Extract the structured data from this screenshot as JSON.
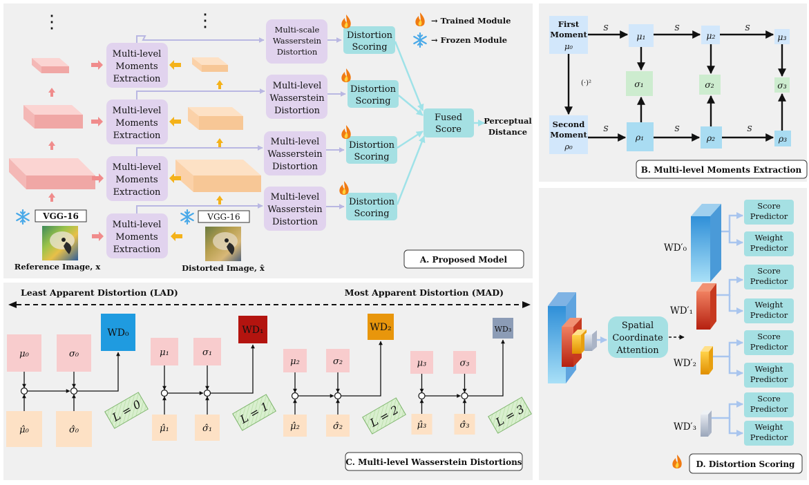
{
  "legend": {
    "trained": "→ Trained Module",
    "frozen": "→ Frozen Module"
  },
  "panel_a": {
    "caption": "A. Proposed Model",
    "dots": "⋮",
    "vgg_ref": "VGG-16",
    "vgg_dist": "VGG-16",
    "ref_label": "Reference Image, x",
    "dist_label": "Distorted Image, x̂",
    "mme": [
      "Multi-level",
      "Moments",
      "Extraction"
    ],
    "msw": [
      "Multi-scale",
      "Wasserstein",
      "Distortion"
    ],
    "mlw": [
      "Multi-level",
      "Wasserstein",
      "Distortion"
    ],
    "ds": [
      "Distortion",
      "Scoring"
    ],
    "fused": [
      "Fused",
      "Score"
    ],
    "perceptual": [
      "Perceptual",
      "Distance"
    ]
  },
  "panel_b": {
    "caption": "B. Multi-level Moments Extraction",
    "first": [
      "First",
      "Moment",
      "μ₀"
    ],
    "second": [
      "Second",
      "Moment",
      "ρ₀"
    ],
    "s": "S",
    "square": "(·)²",
    "mu": [
      "μ₁",
      "μ₂",
      "μ₃"
    ],
    "sigma": [
      "σ₁",
      "σ₂",
      "σ₃"
    ],
    "rho": [
      "ρ₁",
      "ρ₂",
      "ρ₃"
    ]
  },
  "panel_c": {
    "caption": "C. Multi-level Wasserstein Distortions",
    "lad": "Least Apparent Distortion (LAD)",
    "mad": "Most Apparent Distortion (MAD)",
    "levels": [
      {
        "mu": "μ₀",
        "sigma": "σ₀",
        "mu_hat": "μ̂₀",
        "sigma_hat": "σ̂₀",
        "wd": "WD₀",
        "L": "L = 0",
        "color": "#1f9be0"
      },
      {
        "mu": "μ₁",
        "sigma": "σ₁",
        "mu_hat": "μ̂₁",
        "sigma_hat": "σ̂₁",
        "wd": "WD₁",
        "L": "L = 1",
        "color": "#b3140f"
      },
      {
        "mu": "μ₂",
        "sigma": "σ₂",
        "mu_hat": "μ̂₂",
        "sigma_hat": "σ̂₂",
        "wd": "WD₂",
        "L": "L = 2",
        "color": "#e8960c"
      },
      {
        "mu": "μ₃",
        "sigma": "σ₃",
        "mu_hat": "μ̂₃",
        "sigma_hat": "σ̂₃",
        "wd": "WD₃",
        "L": "L = 3",
        "color": "#8c9cb6"
      }
    ]
  },
  "panel_d": {
    "caption": "D. Distortion Scoring",
    "sca": [
      "Spatial",
      "Coordinate",
      "Attention"
    ],
    "wd": [
      "WD′₀",
      "WD′₁",
      "WD′₂",
      "WD′₃"
    ],
    "score": [
      "Score",
      "Predictor"
    ],
    "weight": [
      "Weight",
      "Predictor"
    ]
  }
}
